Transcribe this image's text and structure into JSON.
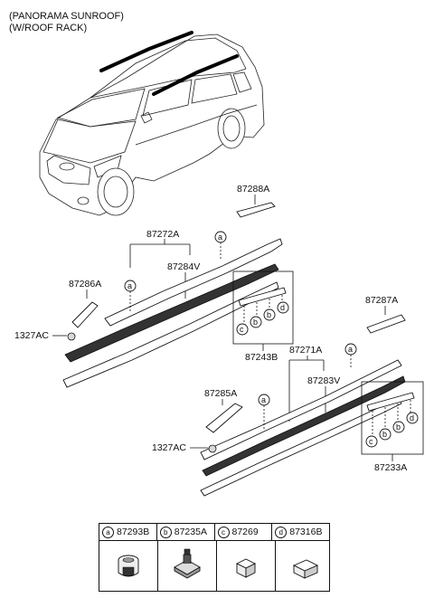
{
  "header": {
    "line1": "(PANORAMA SUNROOF)",
    "line2": "(W/ROOF RACK)"
  },
  "labels": {
    "p87288A": "87288A",
    "p87272A": "87272A",
    "p87284V": "87284V",
    "p87286A": "87286A",
    "p1327AC_top": "1327AC",
    "p87243B": "87243B",
    "p87287A": "87287A",
    "p87271A": "87271A",
    "p87283V": "87283V",
    "p87285A": "87285A",
    "p1327AC_bottom": "1327AC",
    "p87233A": "87233A"
  },
  "callouts": {
    "a": "a",
    "b": "b",
    "c": "c",
    "d": "d"
  },
  "legend": [
    {
      "letter": "a",
      "part": "87293B"
    },
    {
      "letter": "b",
      "part": "87235A"
    },
    {
      "letter": "c",
      "part": "87269"
    },
    {
      "letter": "d",
      "part": "87316B"
    }
  ]
}
